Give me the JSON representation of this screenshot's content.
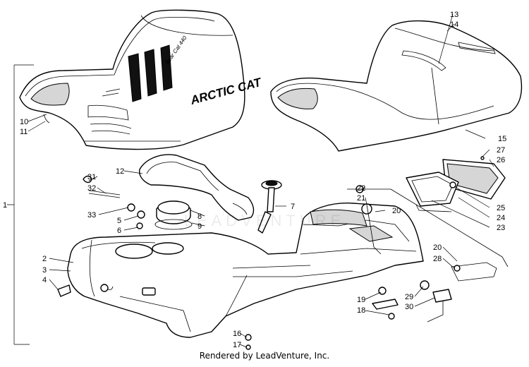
{
  "diagram": {
    "callouts": {
      "c1": "1",
      "c2": "2",
      "c3": "3",
      "c4": "4",
      "c5": "5",
      "c6": "6",
      "c7": "7",
      "c8": "8",
      "c9": "9",
      "c10": "10",
      "c11": "11",
      "c12": "12",
      "c13": "13",
      "c14": "14",
      "c15": "15",
      "c16": "16",
      "c17": "17",
      "c18": "18",
      "c19": "19",
      "c20a": "20",
      "c20b": "20",
      "c21": "21",
      "c22": "22",
      "c23": "23",
      "c24": "24",
      "c25": "25",
      "c26": "26",
      "c27": "27",
      "c28": "28",
      "c29": "29",
      "c30": "30",
      "c31": "31",
      "c32": "32",
      "c33": "33"
    },
    "seat_brand": "ARCTIC CAT",
    "seat_script": "Bear Cat 440",
    "watermark": "LEADVENTURE",
    "footer": "Rendered by LeadVenture, Inc."
  }
}
